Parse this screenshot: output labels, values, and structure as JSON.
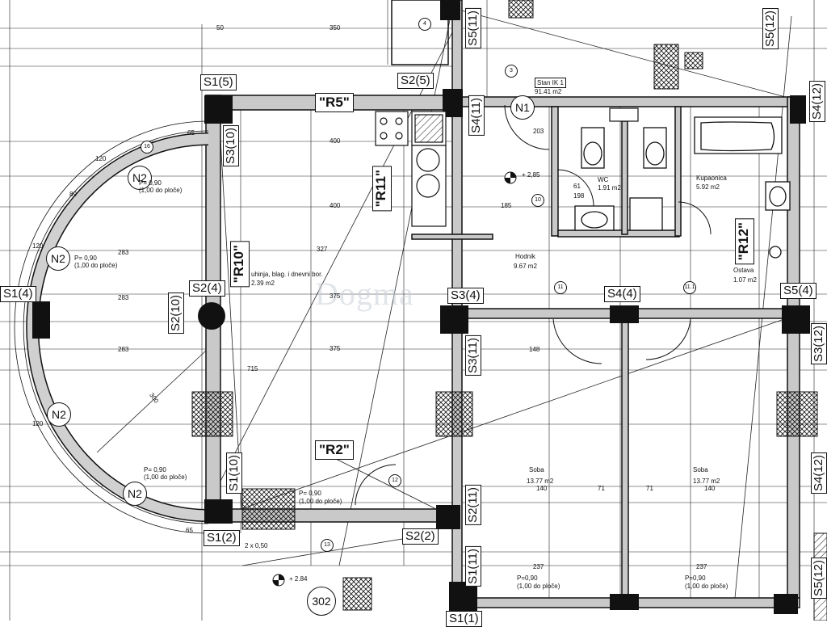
{
  "watermark": "Dogma",
  "wall_tags": {
    "s1_5": "S1(5)",
    "s2_5": "S2(5)",
    "s5_11": "S5(11)",
    "s5_12": "S5(12)",
    "s4_11": "S4(11)",
    "s4_12": "S4(12)",
    "s3_10": "S3(10)",
    "s1_4": "S1(4)",
    "s2_4": "S2(4)",
    "s2_10": "S2(10)",
    "s3_4": "S3(4)",
    "s4_4": "S4(4)",
    "s5_4": "S5(4)",
    "s3_11": "S3(11)",
    "s3_12": "S3(12)",
    "s1_10": "S1(10)",
    "s1_2": "S1(2)",
    "s2_2": "S2(2)",
    "s2_11": "S2(11)",
    "s1_11": "S1(11)",
    "s1_1": "S1(1)",
    "s4_12b": "S4(12)",
    "s5_12b": "S5(12)"
  },
  "beam_tags": {
    "r5": "\"R5\"",
    "r10": "\"R10\"",
    "r11": "\"R11\"",
    "r12": "\"R12\"",
    "r2": "\"R2\""
  },
  "circle_tags": {
    "n1": "N1",
    "n2a": "N2",
    "n2b": "N2",
    "n2c": "N2",
    "n2d": "N2",
    "n302": "302"
  },
  "rooms": {
    "kitchen": {
      "name": "uhinja, blag. i dnevni bor.",
      "area": "2.39 m2"
    },
    "hall": {
      "name": "Hodnik",
      "area": "9.67 m2"
    },
    "storage": {
      "name": "Ostava",
      "area": "1.07 m2"
    },
    "wc": {
      "name": "WC",
      "area": "1.91 m2"
    },
    "bath": {
      "name": "Kupaonica",
      "area": "5.92 m2"
    },
    "room1": {
      "name": "Soba",
      "area": "13.77 m2"
    },
    "room2": {
      "name": "Soba",
      "area": "13.77 m2"
    },
    "stairs": {
      "name": "Stan IK 1",
      "area": "91.41 m2"
    }
  },
  "levels": {
    "l1": "+ 2,85",
    "l2": "+ 2.84"
  },
  "parapets": {
    "p1": "P= 0,90",
    "p1b": "(1,00 do ploče)",
    "p2": "P= 0,90",
    "p2b": "(1,00 do ploče)",
    "p3": "P= 0,90",
    "p3b": "(1,00 do ploče)",
    "p4": "P= 0,90",
    "p4b": "(1,00 do ploče)",
    "p5": "P=0,90",
    "p5b": "(1,00 do ploče)",
    "p6": "P=0,90",
    "p6b": "(1,00 do ploče)"
  },
  "dims": {
    "d50": "50",
    "d350": "350",
    "d400": "400",
    "d375": "375",
    "d327": "327",
    "d715": "715",
    "d300": "300",
    "d283": "283",
    "d148": "148",
    "d71": "71",
    "d140": "140",
    "d237": "237",
    "d185": "185",
    "d61": "61",
    "d198": "198",
    "d65": "65",
    "d120": "120",
    "d89": "89",
    "d203": "203",
    "d2x050": "2 x 0,50"
  },
  "markers": {
    "m16": "16",
    "m10": "10",
    "m11": "11",
    "m11b": "11.1",
    "m12": "12",
    "m13": "13",
    "m3": "3",
    "m4": "4"
  }
}
